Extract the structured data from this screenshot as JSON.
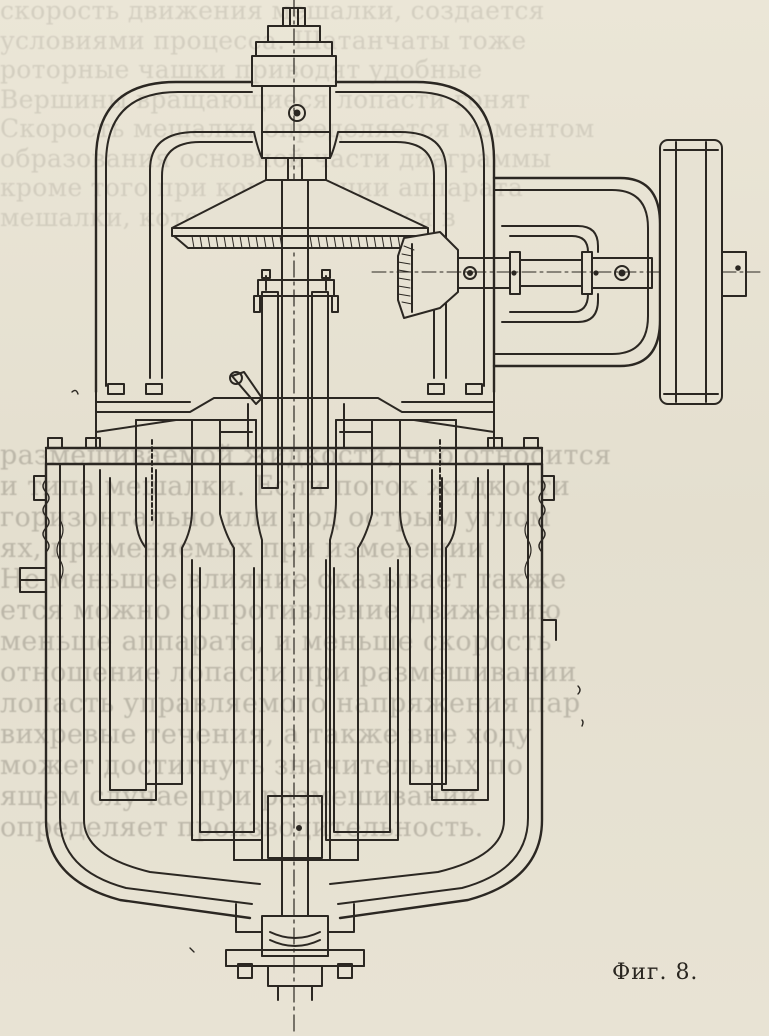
{
  "figure": {
    "caption": "Фиг. 8.",
    "ink": "#2b2722",
    "paper": "#e7e2d3"
  },
  "bleed_through_top": [
    "скорость движения мешалки, создается",
    "условиями процесса. Шатанчаты тоже",
    "роторные чашки приводят удобные",
    "Вершины вращающиеся лопасти гонят",
    "Скорость мешалки определяется моментом",
    "образования основной части диаграммы",
    "кроме того при конструкции аппарата",
    "мешалки, которая применяется в"
  ],
  "bleed_through_mid": [
    "размешиваемой жидкости, что относится",
    "и типа мешалки. Если поток жидкости",
    "горизонтально или под острым углом",
    "ях, применяемых при изменении",
    "Не меньшее влияние оказывает также",
    "ется можно сопротивление движению",
    "меньше аппарата, и меньше скорость",
    "отношение лопасти при размешивании",
    "лопасть управляемого напряжения пар",
    "вихревые течения, а также вне ходу",
    "может достигнуть значительных по",
    "ящем случае при размешивании",
    "определяет производительность."
  ]
}
